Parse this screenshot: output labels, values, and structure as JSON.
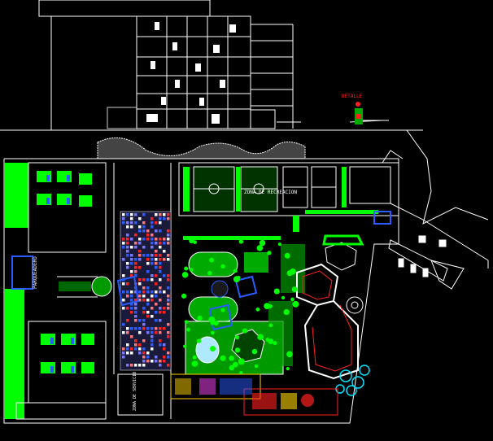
{
  "labels": {
    "detail": "DETALLE",
    "recreation_zone": "ZONA DE RECREACION",
    "parking_vertical": "PARQUEADERO",
    "bottom_block": "ZONA DE SERVICIO"
  },
  "colors": {
    "background": "#000000",
    "structure": "#ffffff",
    "green_area": "#00ff00",
    "park": "#009900",
    "red_accent": "#ff2020",
    "blue_accent": "#2a5cff",
    "yellow_accent": "#ffd400",
    "magenta_accent": "#ff44ff",
    "cyan_accent": "#00e5ff"
  }
}
